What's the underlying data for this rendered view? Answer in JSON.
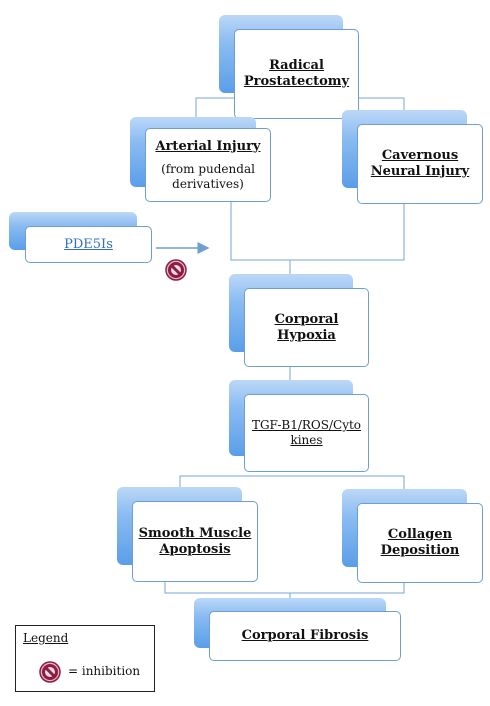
{
  "nodes": {
    "radical_prostatectomy": "Radical Prostatectomy",
    "arterial_injury": "Arterial Injury",
    "arterial_injury_sub": "(from pudendal derivatives)",
    "cavernous_neural_injury": "Cavernous Neural Injury",
    "pde5is": "PDE5Is",
    "corporal_hypoxia": "Corporal Hypoxia",
    "tgf_b1": "TGF-B1/ROS/Cytokines",
    "smooth_muscle_apoptosis": "Smooth Muscle Apoptosis",
    "collagen_deposition": "Collagen Deposition",
    "corporal_fibrosis": "Corporal Fibrosis"
  },
  "legend": {
    "title": "Legend",
    "inhibition_label": "= inhibition"
  },
  "icons": {
    "inhibition": "inhibition-icon"
  },
  "colors": {
    "tab_gradient_top": "#bcd8f7",
    "tab_gradient_bottom": "#5a9ee9",
    "card_border": "#6f9fd2",
    "connector": "#7aa6d8",
    "pde5is_text": "#2f6fc2",
    "inhibition_red": "#b0345a"
  }
}
